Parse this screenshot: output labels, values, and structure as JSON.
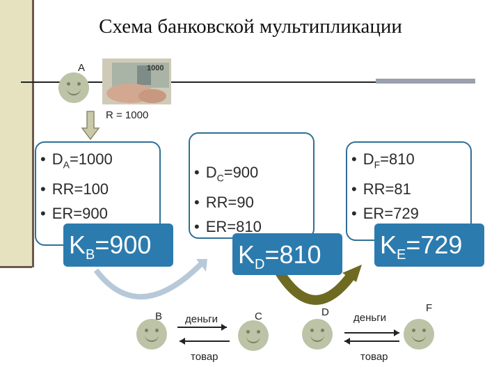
{
  "title": "Схема банковской мультипликации",
  "labels": {
    "a": "A",
    "reserve": "R = 1000",
    "b": "B",
    "c": "C",
    "d": "D",
    "f": "F",
    "money_left": "деньги",
    "money_right": "деньги",
    "goods_left": "товар",
    "goods_right": "товар"
  },
  "banknote": "1000",
  "cards": [
    {
      "items": [
        {
          "base": "D",
          "sub": "A",
          "value": "=1000"
        },
        {
          "base": "RR",
          "sub": "",
          "value": "=100"
        },
        {
          "base": "ER",
          "sub": "",
          "value": "=900"
        }
      ],
      "k": {
        "base": "K",
        "sub": "B",
        "value": "=900"
      }
    },
    {
      "items": [
        {
          "base": "D",
          "sub": "C",
          "value": "=900"
        },
        {
          "base": "RR",
          "sub": "",
          "value": "=90"
        },
        {
          "base": "ER",
          "sub": "",
          "value": "=810"
        }
      ],
      "k": {
        "base": "K",
        "sub": "D",
        "value": "=810"
      }
    },
    {
      "items": [
        {
          "base": "D",
          "sub": "F",
          "value": "=810"
        },
        {
          "base": "RR",
          "sub": "",
          "value": "=81"
        },
        {
          "base": "ER",
          "sub": "",
          "value": "=729"
        }
      ],
      "k": {
        "base": "K",
        "sub": "E",
        "value": "=729"
      }
    }
  ],
  "colors": {
    "accent_blue": "#2c7bae",
    "card_border": "#2f6f97",
    "sidebar": "#e6e2c0",
    "sidebar_line": "#6b5a4a",
    "face": "#bcc3a6",
    "arrow_light": "#b7c9d9",
    "arrow_dark": "#6e6a22",
    "down_arrow": "#c9c8a8"
  }
}
